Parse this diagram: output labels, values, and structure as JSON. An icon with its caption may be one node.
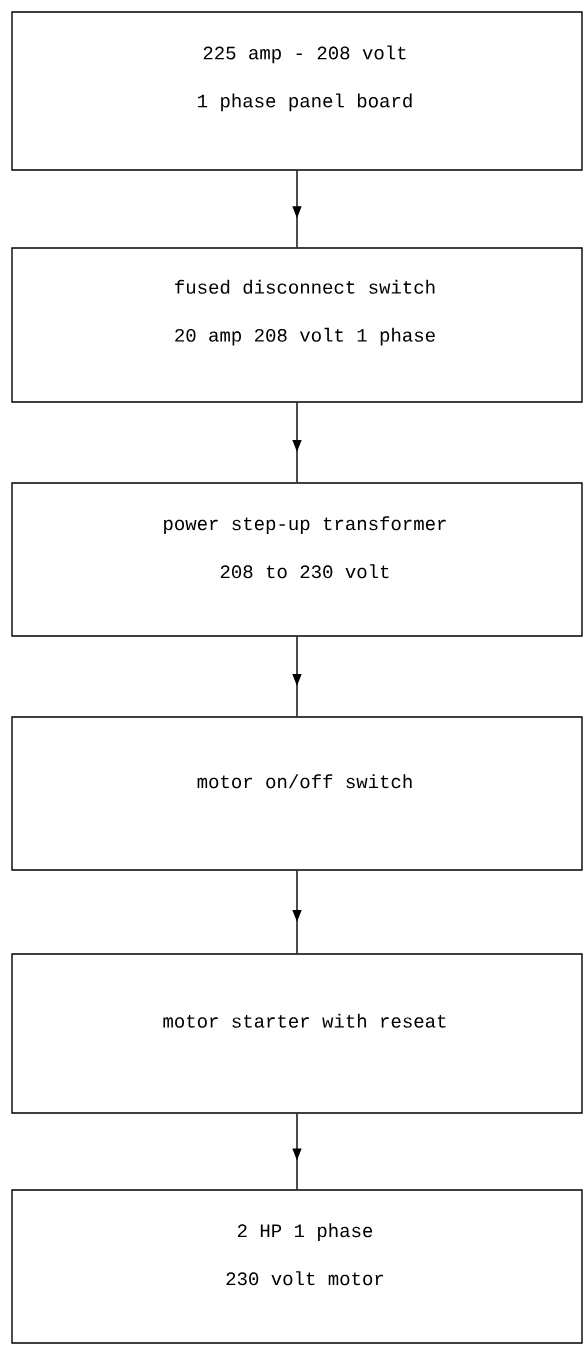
{
  "diagram": {
    "nodes": [
      {
        "text": [
          "225 amp - 208 volt",
          "1 phase panel board"
        ]
      },
      {
        "text": [
          "fused disconnect switch",
          "20 amp 208 volt 1 phase"
        ]
      },
      {
        "text": [
          "power step-up transformer",
          "208 to 230 volt"
        ]
      },
      {
        "text": [
          "motor on/off switch"
        ]
      },
      {
        "text": [
          "motor starter with reseat"
        ]
      },
      {
        "text": [
          "2 HP 1 phase",
          "230 volt motor"
        ]
      }
    ],
    "edges": [
      {
        "from": 0,
        "to": 1,
        "arrow": "to"
      },
      {
        "from": 1,
        "to": 2,
        "arrow": "to"
      },
      {
        "from": 2,
        "to": 3,
        "arrow": "to"
      },
      {
        "from": 3,
        "to": 4,
        "arrow": "to"
      },
      {
        "from": 4,
        "to": 5,
        "arrow": "to"
      }
    ]
  }
}
